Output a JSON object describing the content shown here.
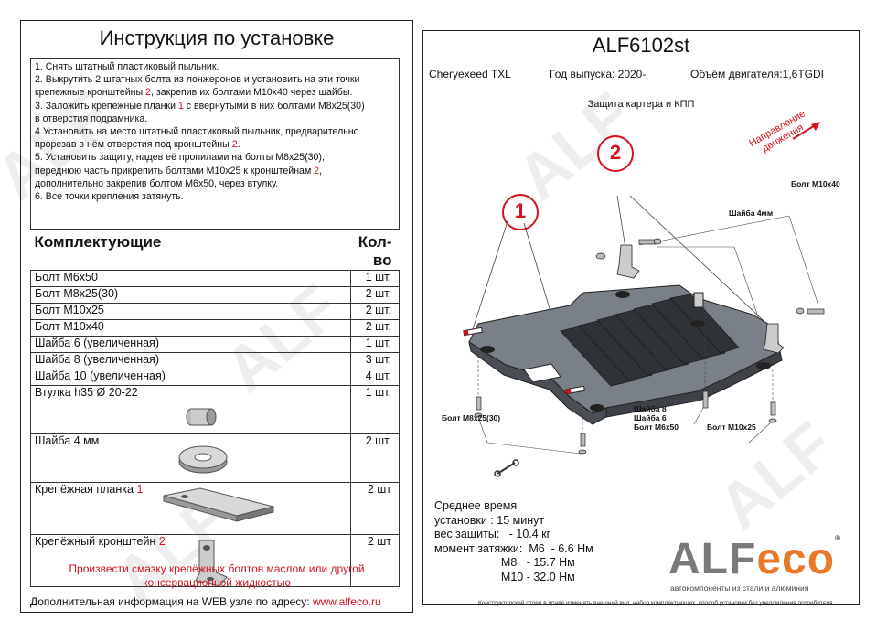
{
  "left": {
    "title": "Инструкция по установке",
    "steps": [
      "1.  Снять штатный пластиковый пыльник.",
      "2. Выкрутить 2 штатных болта из лонжеронов и установить на эти точки",
      "крепежные кронштейны 2, закрепив их болтами М10х40 через шайбы.",
      "3.  Заложить крепежные планки 1 с ввернутыми в них болтами М8х25(30)",
      "в отверстия подрамника.",
      "4.Установить на место штатный пластиковый пыльник, предварительно",
      "прорезав в нём отверстия под кронштейны 2.",
      "5. Установить защиту, надев её пропилами на болты М8х25(30),",
      "переднюю часть прикрепить болтами М10х25 к кронштейнам 2,",
      "дополнительно закрепив болтом М6х50, через втулку.",
      "6. Все точки крепления затянуть."
    ],
    "parts_header": {
      "name": "Комплектующие",
      "qty": "Кол-во"
    },
    "parts": [
      {
        "name": "Болт М6х50",
        "qty": "1 шт."
      },
      {
        "name": "Болт М8х25(30)",
        "qty": "2 шт."
      },
      {
        "name": "Болт М10х25",
        "qty": "2 шт."
      },
      {
        "name": "Болт М10х40",
        "qty": "2 шт."
      },
      {
        "name": "Шайба 6 (увеличенная)",
        "qty": "1 шт."
      },
      {
        "name": "Шайба 8 (увеличенная)",
        "qty": "3 шт."
      },
      {
        "name": "Шайба 10 (увеличенная)",
        "qty": "4 шт."
      },
      {
        "name": "Втулка h35 Ø 20-22",
        "qty": "1 шт."
      },
      {
        "name": "Шайба 4 мм",
        "qty": "2 шт."
      },
      {
        "name": "Крепёжная планка",
        "num": "1",
        "qty": "2 шт"
      },
      {
        "name": "Крепёжный кронштейн",
        "num": "2",
        "qty": "2 шт"
      }
    ],
    "warning_1": "Произвести смазку крепёжных болтов маслом или другой",
    "warning_2": "консервационной жидкостью",
    "web_text": "Дополнительная информация на WEB узле по адресу:",
    "web_url": "www.alfeco.ru"
  },
  "right": {
    "title": "ALF6102st",
    "car": "Cheryexeed TXL",
    "year": "Год выпуска: 2020-",
    "engine": "Объём двигателя:1,6TGDI",
    "subtitle": "Защита картера и КПП",
    "direction": "Направление движения",
    "callout_1": "1",
    "callout_2": "2",
    "labels": {
      "bolt_m10x40": "Болт М10х40",
      "washer_4mm": "Шайба 4мм",
      "bolt_m8x25": "Болт М8х25(30)",
      "washer_8": "Шайба 8",
      "washer_6": "Шайба 6",
      "bolt_m6x50": "Болт М6х50",
      "bolt_m10x25": "Болт М10х25"
    },
    "spec": [
      "Среднее время",
      "установки : 15 минут",
      "вес защиты:   - 10.4 кг",
      "момент затяжки:  М6  - 6.6 Нм",
      "                     М8   - 15.7 Нм",
      "                     М10 - 32.0 Нм"
    ],
    "logo_main": "ALF",
    "logo_eco": "eco",
    "logo_tag": "автокомпоненты из стали и алюминия",
    "footer": "Конструкторский отдел в праве изменять внешний вид, набор комплектующих, способ установки без уведомления потребителя."
  },
  "colors": {
    "accent_red": "#d3121e",
    "logo_grey": "#7a7a7a",
    "logo_eco_orange": "#e8792a"
  }
}
